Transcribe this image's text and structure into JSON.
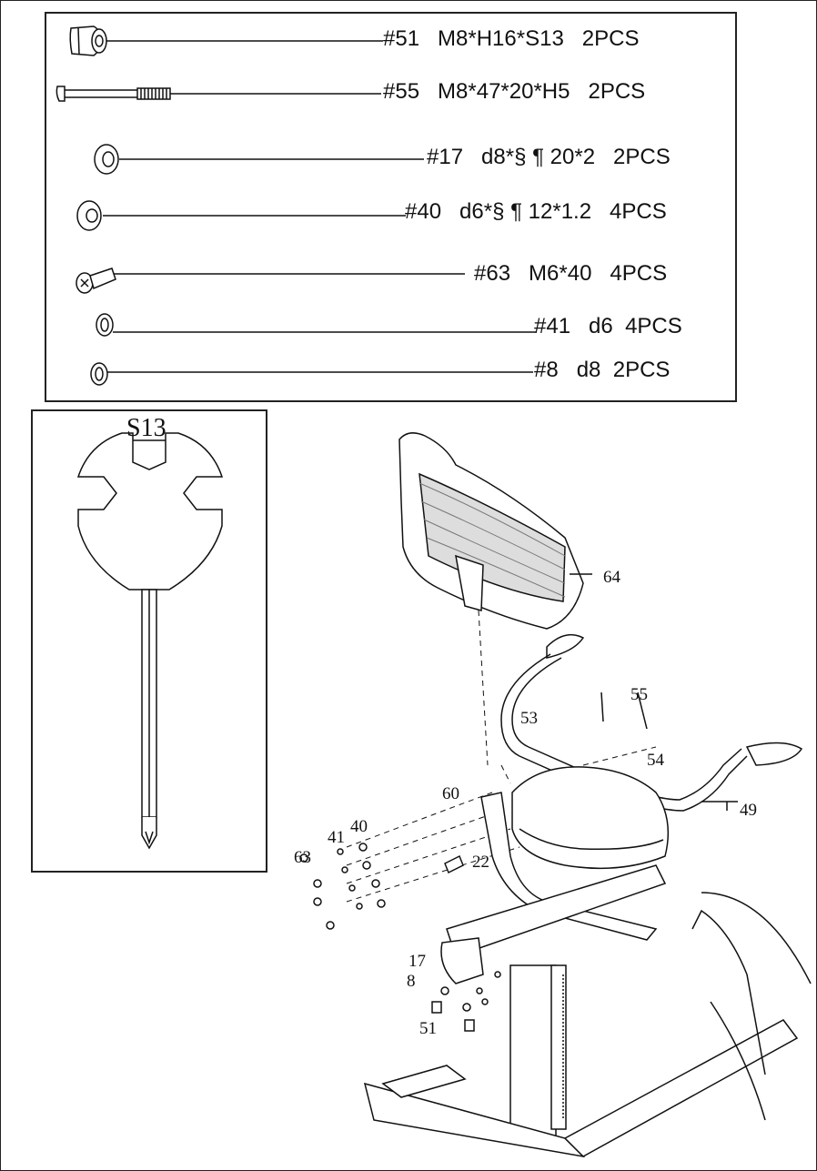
{
  "parts": [
    {
      "id": "part-51",
      "label": "#51   M8*H16*S13   2PCS",
      "icon": "cap-nut-icon"
    },
    {
      "id": "part-55",
      "label": "#55   M8*47*20*H5   2PCS",
      "icon": "carriage-bolt-icon"
    },
    {
      "id": "part-17",
      "label": "#17   d8*§ ¶ 20*2   2PCS",
      "icon": "flat-washer-icon"
    },
    {
      "id": "part-40",
      "label": "#40   d6*§ ¶ 12*1.2   4PCS",
      "icon": "flat-washer-icon"
    },
    {
      "id": "part-63",
      "label": "#63   M6*40   4PCS",
      "icon": "phillips-screw-icon"
    },
    {
      "id": "part-41",
      "label": "#41   d6  4PCS",
      "icon": "spring-washer-icon"
    },
    {
      "id": "part-8",
      "label": "#8   d8  2PCS",
      "icon": "spring-washer-icon"
    }
  ],
  "wrench": {
    "size_label": "S13",
    "icon": "wrench-screwdriver-icon"
  },
  "callouts": {
    "c64": "64",
    "c55": "55",
    "c53": "53",
    "c54": "54",
    "c60": "60",
    "c49": "49",
    "c41": "41",
    "c40": "40",
    "c63": "63",
    "c22": "22",
    "c17": "17",
    "c8": "8",
    "c51": "51"
  },
  "assembly": {
    "icon": "recumbent-bike-seat-assembly-icon"
  }
}
